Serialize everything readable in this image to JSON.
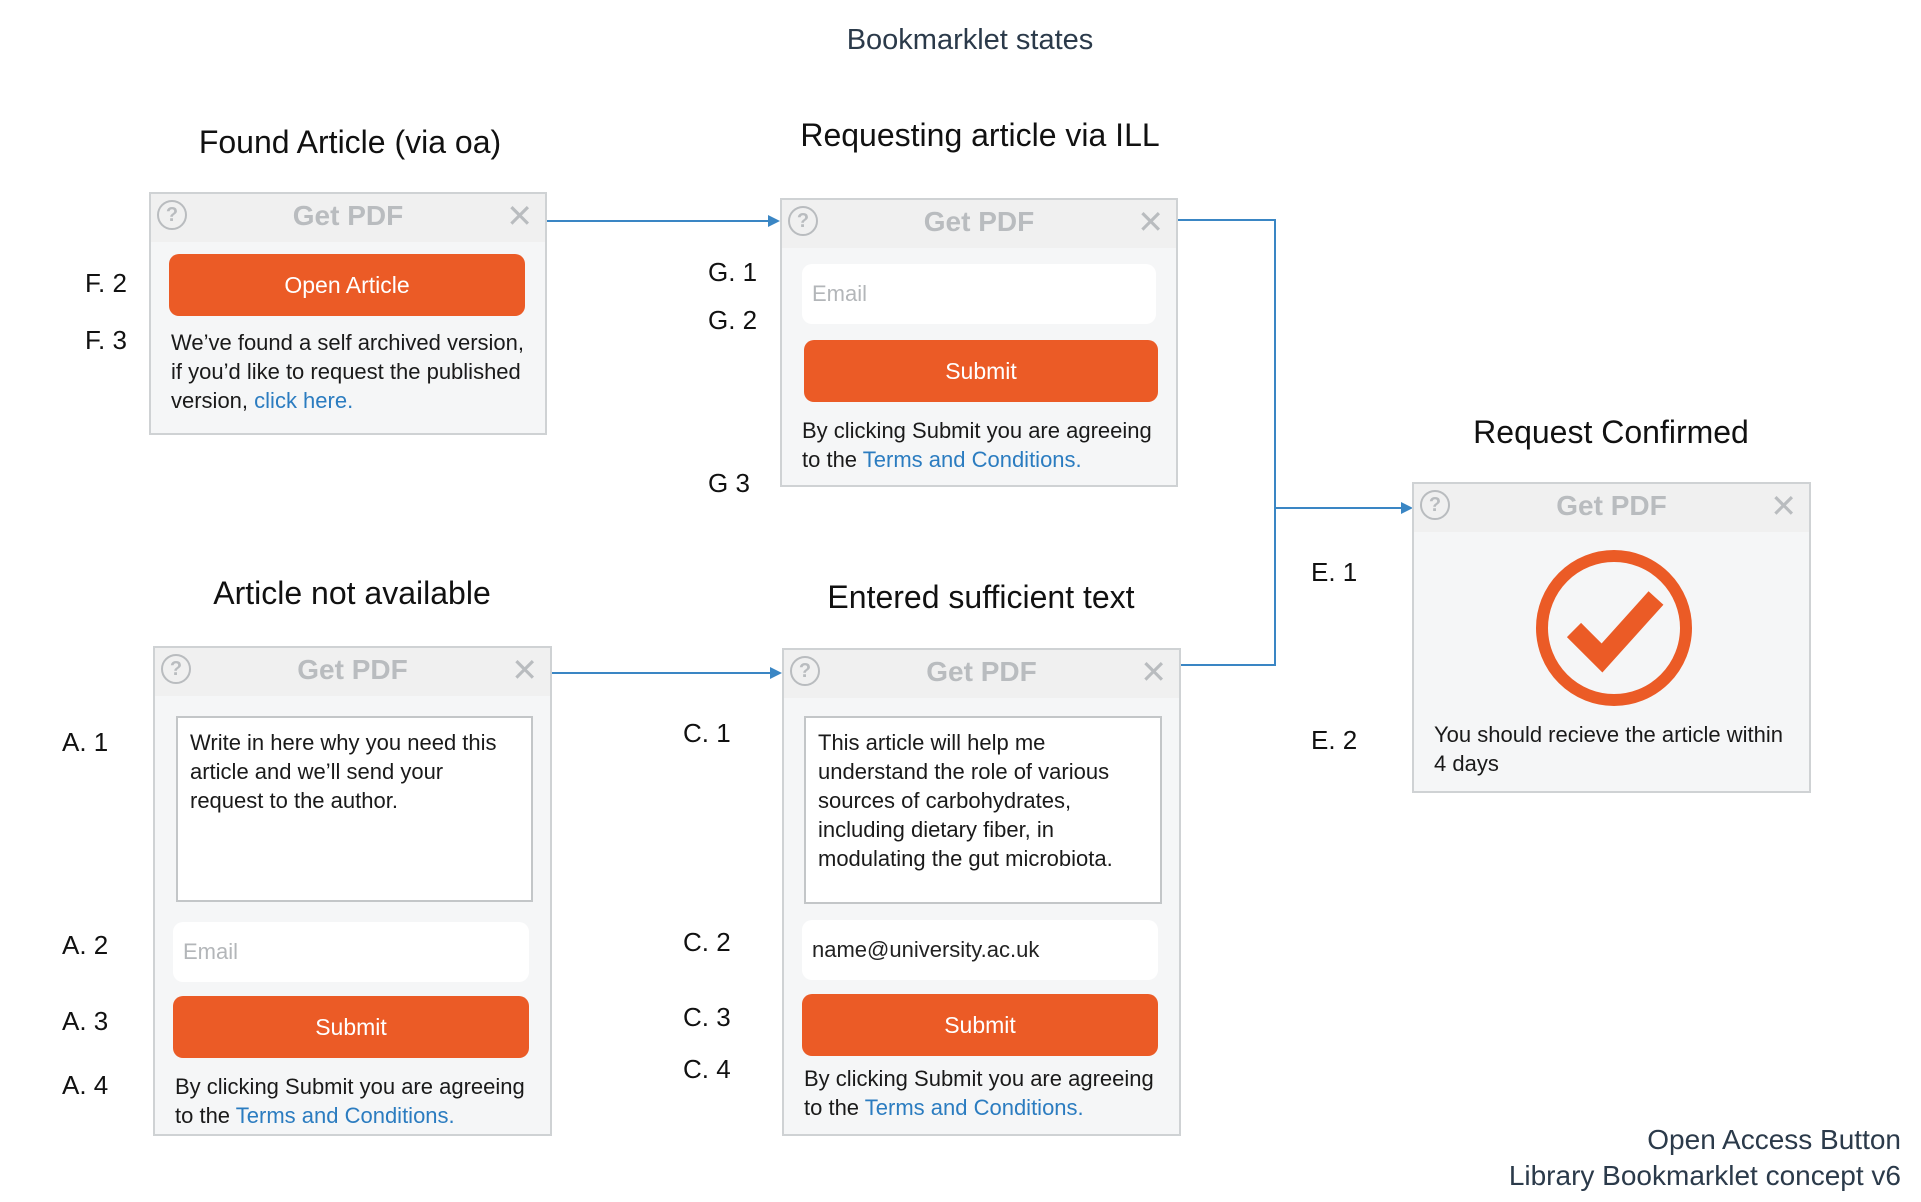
{
  "header": {
    "title": "Bookmarklet states"
  },
  "footer": {
    "line1": "Open Access Button",
    "line2": "Library Bookmarklet concept v6"
  },
  "colors": {
    "accent": "#eb5b26",
    "link": "#2b7cc0",
    "arrow": "#3a86c4",
    "panel_bg": "#f5f6f7"
  },
  "icons": {
    "help": "question-circle-icon",
    "close": "close-x-icon",
    "check": "checkmark-circle-icon"
  },
  "panel_common": {
    "title": "Get PDF",
    "help_glyph": "?",
    "close_glyph": "✕",
    "submit": "Submit",
    "email_placeholder": "Email",
    "terms_prefix": "By clicking Submit you are agreeing to the",
    "terms_link": "Terms and Conditions."
  },
  "found": {
    "title": "Found Article (via oa)",
    "labels": [
      "F. 2",
      "F. 3"
    ],
    "open_button": "Open Article",
    "message": "We’ve found a self archived version, if you’d like to request the published version,",
    "message_link": "click here."
  },
  "ill": {
    "title": "Requesting article via ILL",
    "labels": [
      "G. 1",
      "G. 2",
      "G 3"
    ]
  },
  "not_available": {
    "title": "Article not available",
    "labels": [
      "A. 1",
      "A. 2",
      "A. 3",
      "A. 4"
    ],
    "textarea_placeholder": "Write in here why you need this article and we’ll send your request to the author."
  },
  "entered": {
    "title": "Entered sufficient text",
    "labels": [
      "C. 1",
      "C. 2",
      "C. 3",
      "C. 4"
    ],
    "textarea_value": "This article will help me understand the role of various sources of carbohydrates, including dietary fiber, in modulating the gut microbiota.",
    "email_value": "name@university.ac.uk"
  },
  "confirmed": {
    "title": "Request Confirmed",
    "labels": [
      "E. 1",
      "E. 2"
    ],
    "message": "You should recieve the article within 4 days"
  }
}
